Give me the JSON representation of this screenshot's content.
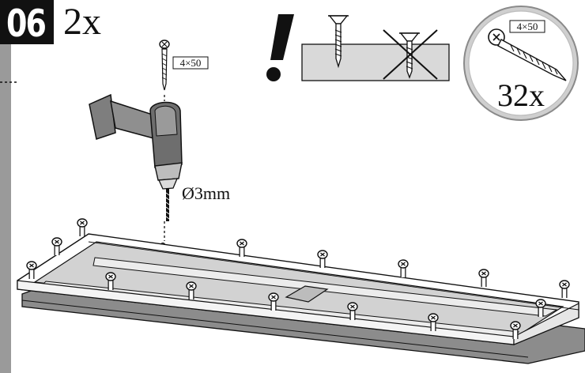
{
  "step": {
    "number": "06",
    "repeat": "2x"
  },
  "screw": {
    "spec": "4×50",
    "label": "4×50"
  },
  "drill": {
    "bit_label": "Ø3mm"
  },
  "parts_bubble": {
    "count": "32x",
    "spec": "4×50"
  },
  "warning": {
    "icon": "exclamation-icon"
  },
  "colors": {
    "badge": "#111111",
    "bar": "#9a9a9a",
    "bubble": "#cfcfcf",
    "panel": "#d2d2d2"
  }
}
